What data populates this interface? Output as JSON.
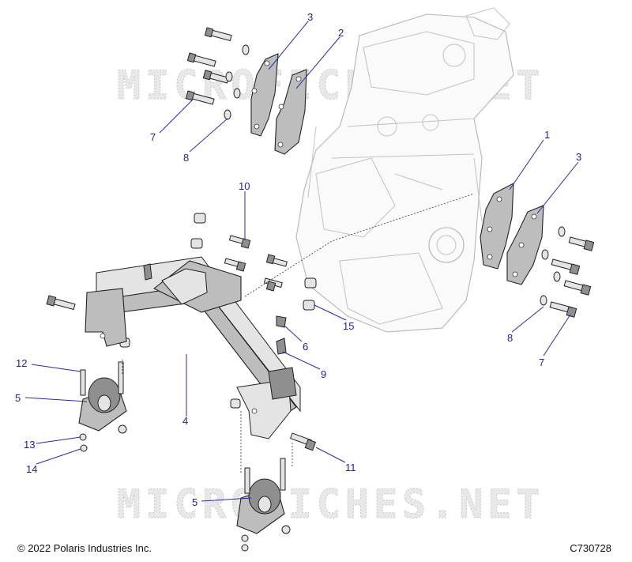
{
  "watermark_text": "MICROFICHES.NET",
  "footer": {
    "copyright": "© 2022 Polaris Industries Inc.",
    "figure_code": "C730728"
  },
  "callouts": [
    {
      "id": "c1",
      "label": "1"
    },
    {
      "id": "c2",
      "label": "2"
    },
    {
      "id": "c3a",
      "label": "3"
    },
    {
      "id": "c3b",
      "label": "3"
    },
    {
      "id": "c4",
      "label": "4"
    },
    {
      "id": "c5a",
      "label": "5"
    },
    {
      "id": "c5b",
      "label": "5"
    },
    {
      "id": "c6",
      "label": "6"
    },
    {
      "id": "c7a",
      "label": "7"
    },
    {
      "id": "c7b",
      "label": "7"
    },
    {
      "id": "c8a",
      "label": "8"
    },
    {
      "id": "c8b",
      "label": "8"
    },
    {
      "id": "c9",
      "label": "9"
    },
    {
      "id": "c10",
      "label": "10"
    },
    {
      "id": "c11",
      "label": "11"
    },
    {
      "id": "c12",
      "label": "12"
    },
    {
      "id": "c13",
      "label": "13"
    },
    {
      "id": "c14",
      "label": "14"
    },
    {
      "id": "c15",
      "label": "15"
    }
  ],
  "colors": {
    "callout_blue": "#1f1f9a",
    "part_gray": "#bdbdbd",
    "engine_outline": "#b5b5b5"
  }
}
